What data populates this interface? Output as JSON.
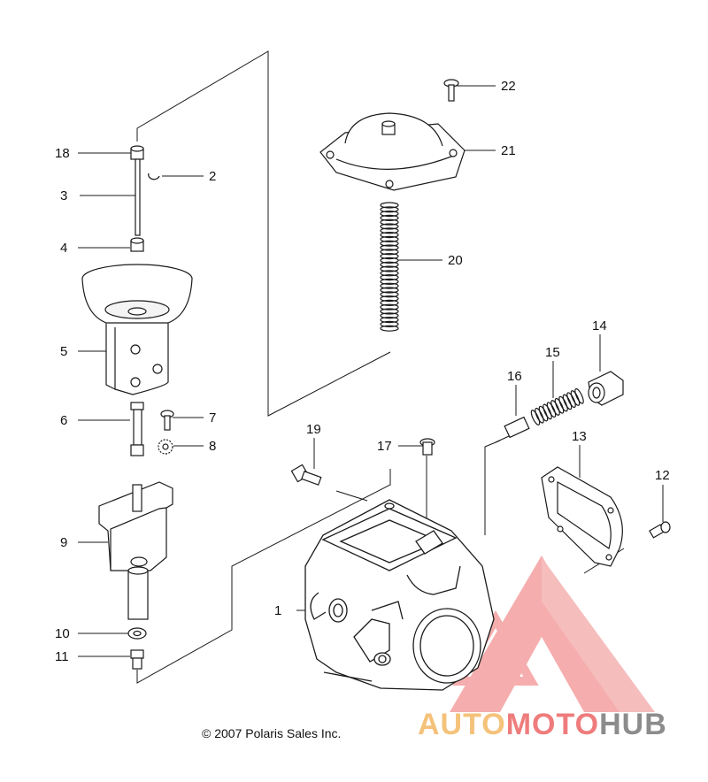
{
  "diagram": {
    "callouts": [
      "1",
      "2",
      "3",
      "4",
      "5",
      "6",
      "7",
      "8",
      "9",
      "10",
      "11",
      "12",
      "13",
      "14",
      "15",
      "16",
      "17",
      "18",
      "19",
      "20",
      "21",
      "22"
    ]
  },
  "copyright": "© 2007 Polaris Sales Inc.",
  "watermark": {
    "part1": "AUTO",
    "part2": "MOTO",
    "part3": "HUB"
  },
  "colors": {
    "line": "#1a1a1a",
    "watermark_red": "#e84a4a",
    "watermark_gold": "#f4c27a",
    "watermark_gray": "#8c8c8c"
  }
}
